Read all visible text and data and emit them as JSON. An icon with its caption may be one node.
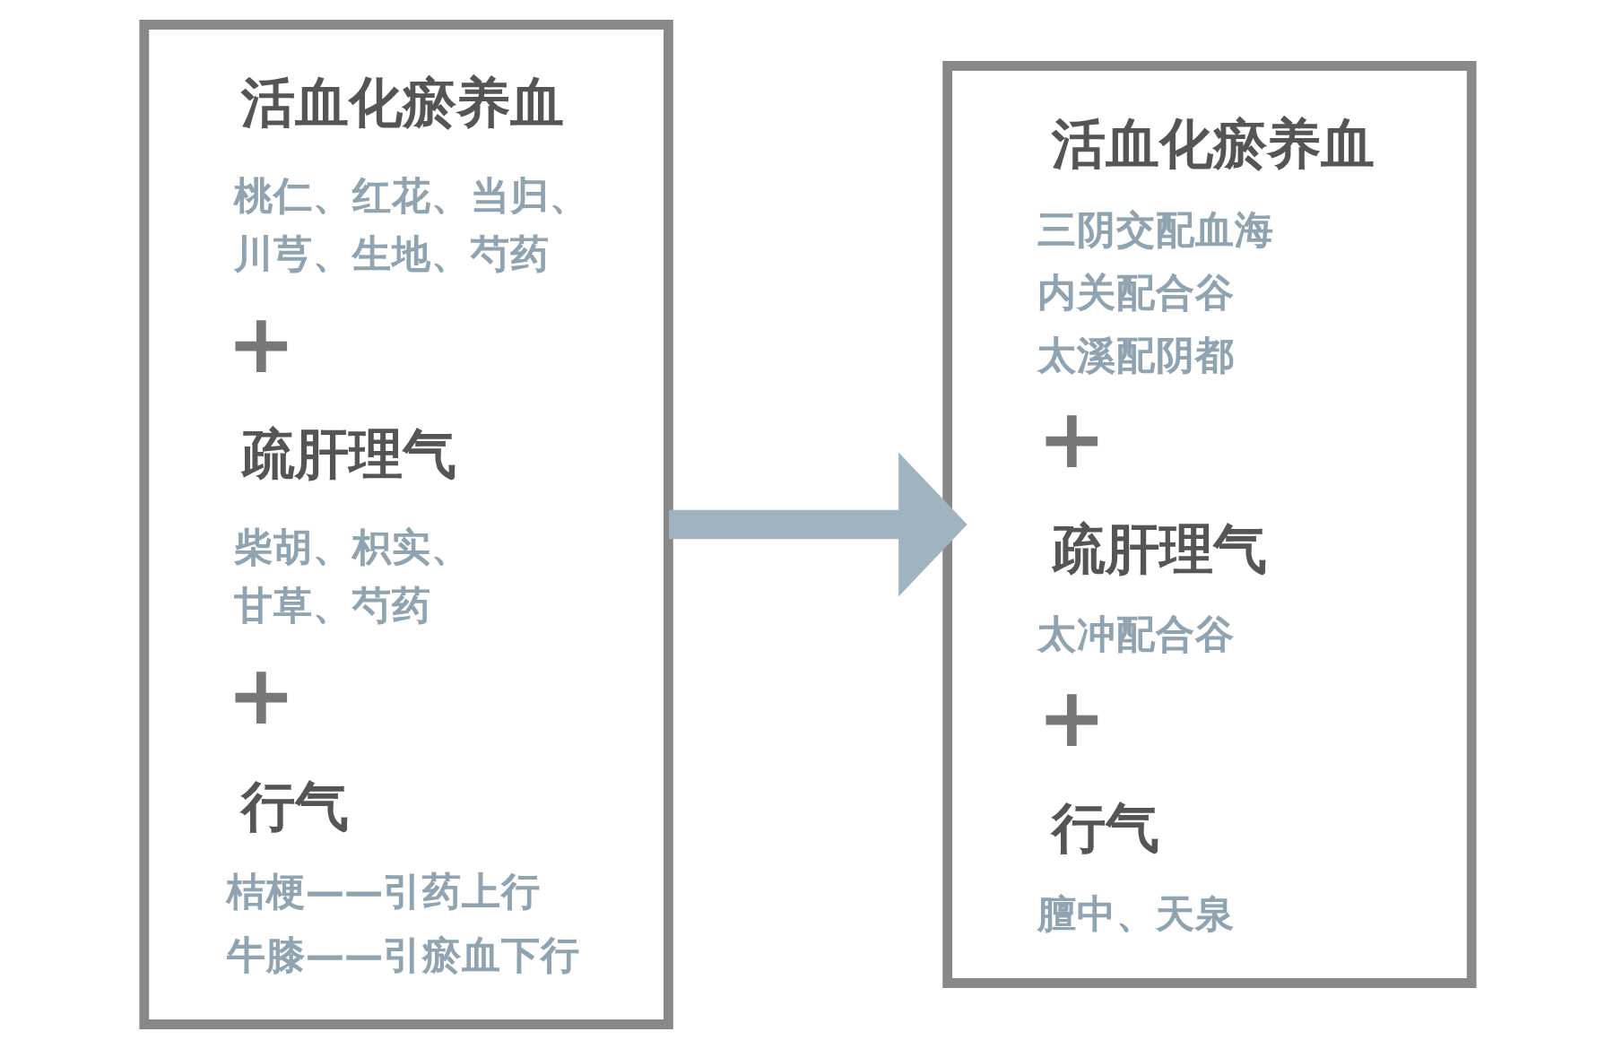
{
  "diagram": {
    "nodes": [
      {
        "text": [
          "活血化瘀养血",
          "桃仁、红花、当归、川芎、生地、芍药",
          "+",
          "疏肝理气",
          "柴胡、枳实、甘草、芍药",
          "+",
          "行气",
          "桔梗——引药上行",
          "牛膝——引瘀血下行"
        ]
      },
      {
        "text": [
          "活血化瘀养血",
          "三阴交配血海",
          "内关配合谷",
          "太溪配阴都",
          "+",
          "疏肝理气",
          "太冲配合谷",
          "+",
          "行气",
          "膻中、天泉"
        ]
      }
    ],
    "edges": [
      {
        "from": 0,
        "to": 1,
        "arrow": "to"
      }
    ]
  }
}
